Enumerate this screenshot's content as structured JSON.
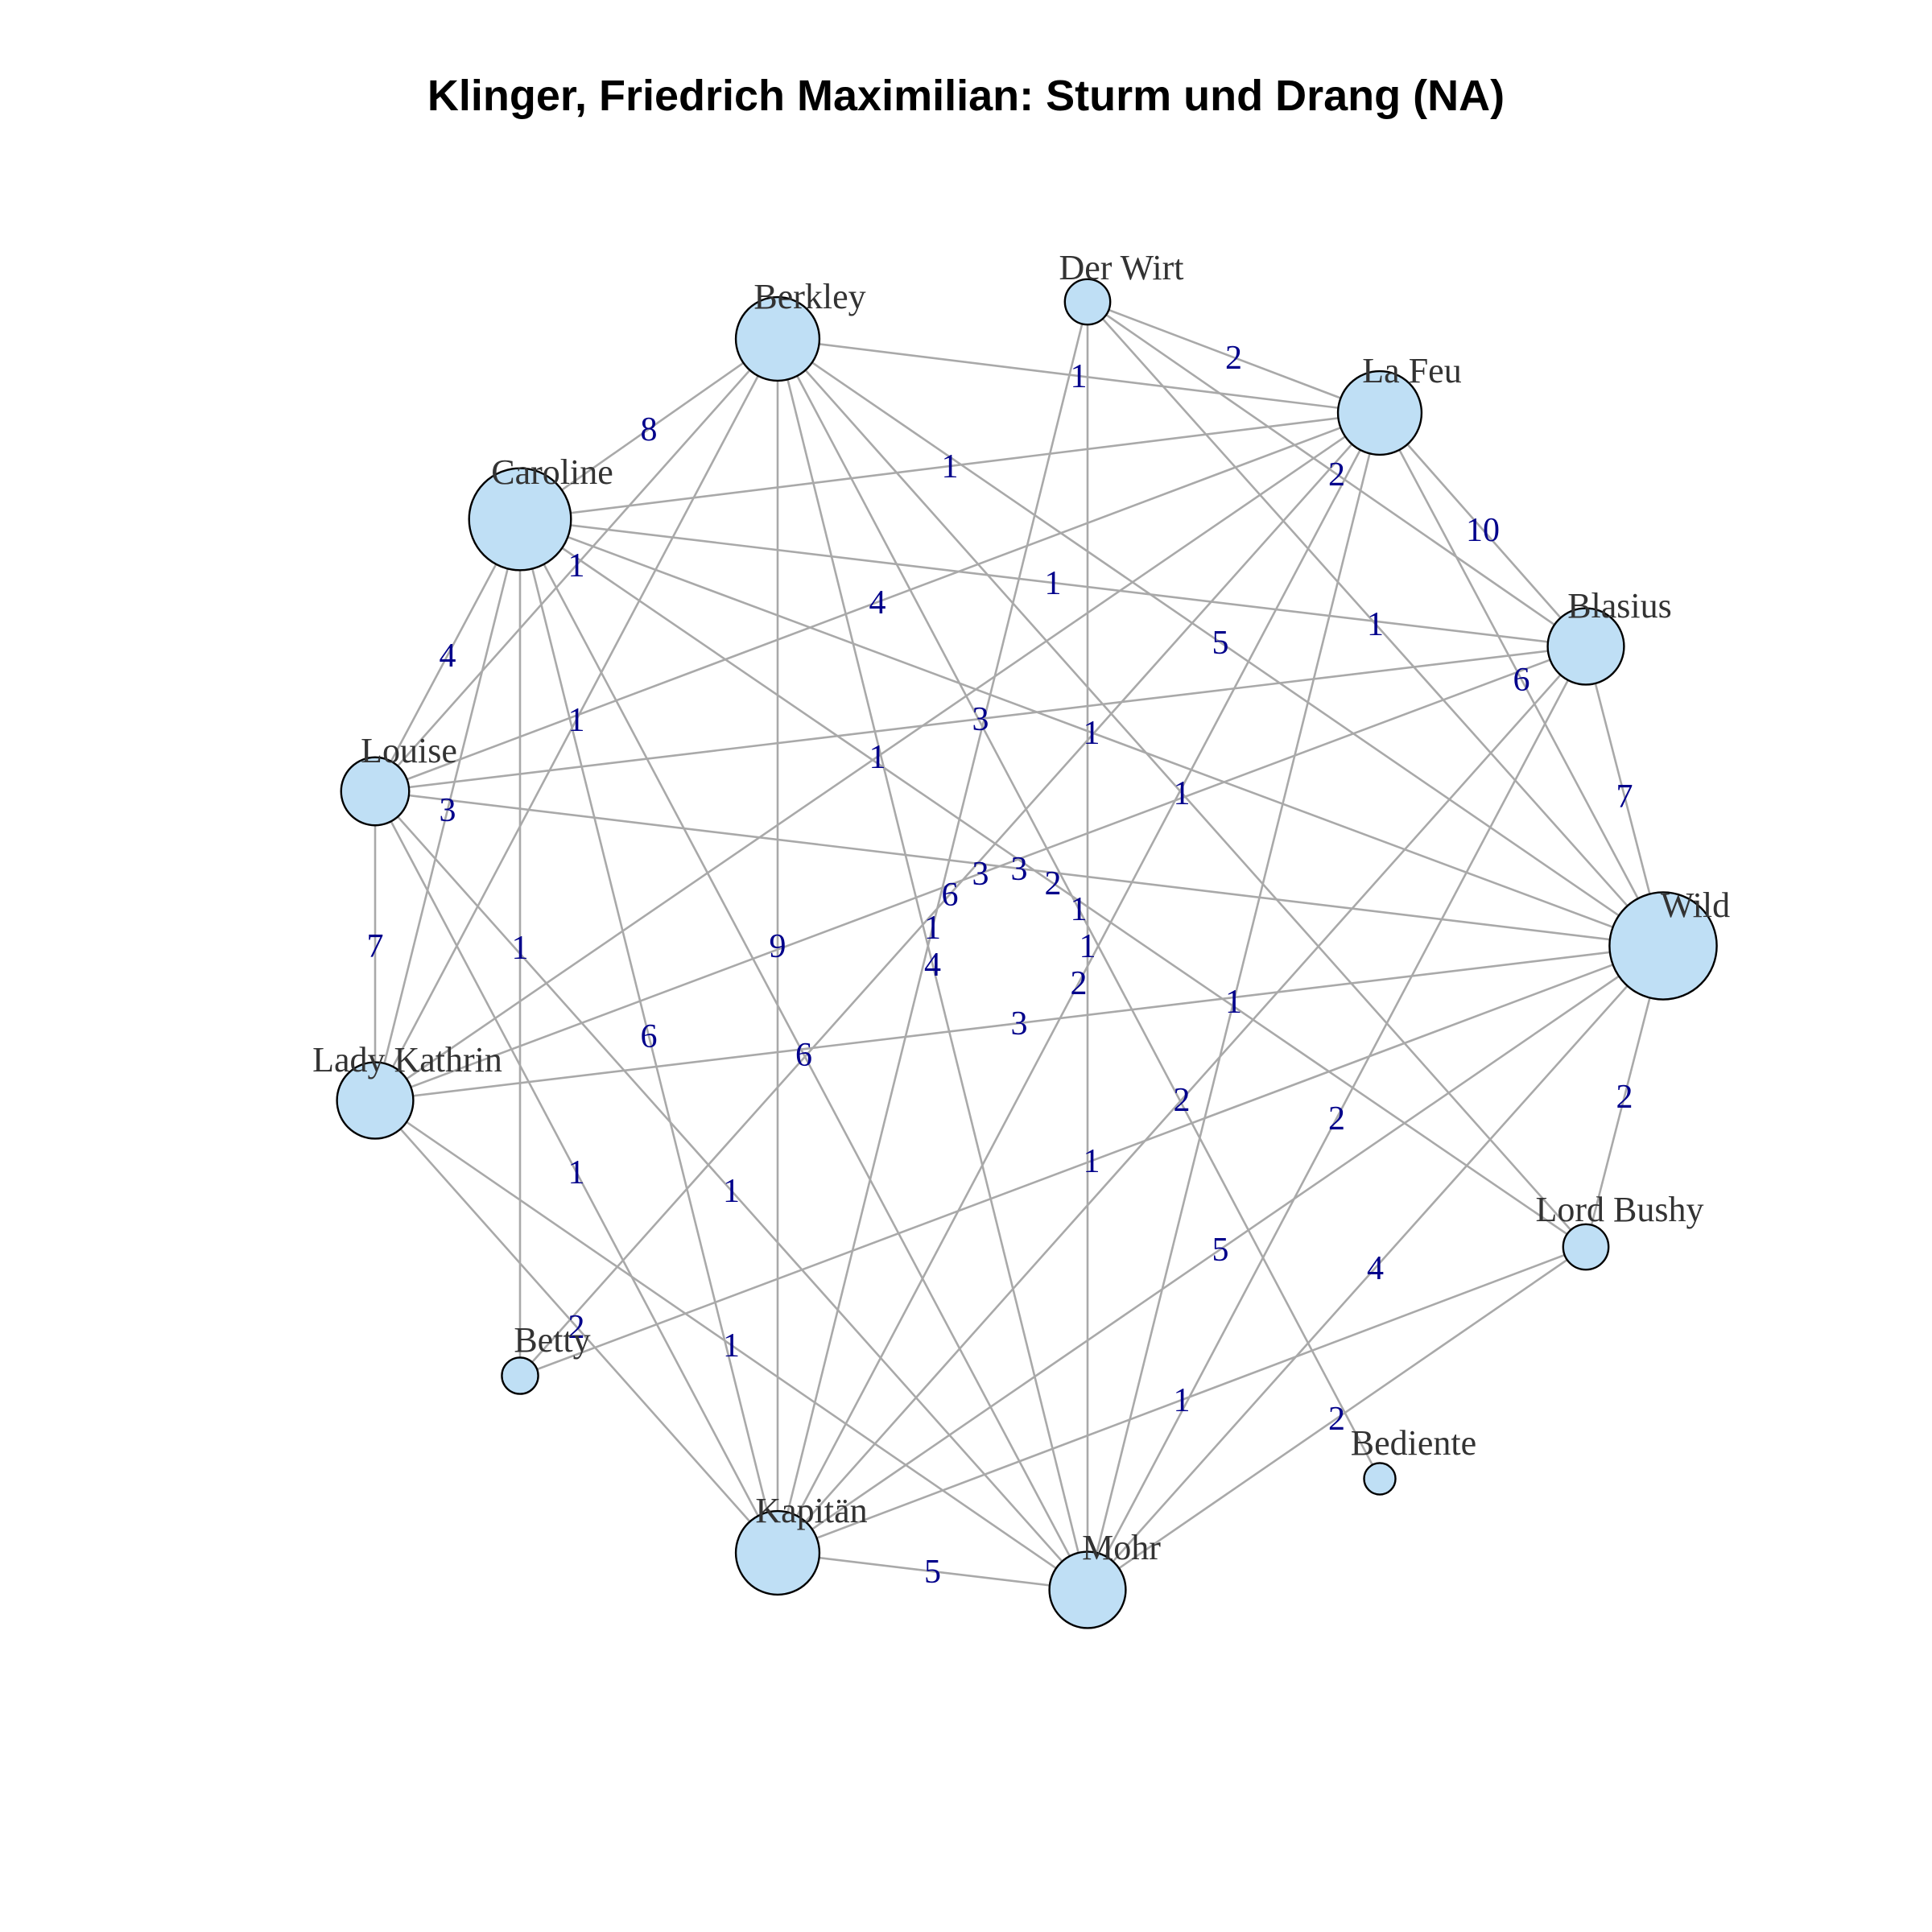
{
  "title": "Klinger, Friedrich Maximilian: Sturm und Drang (NA)",
  "nodes": [
    {
      "id": "Der Wirt",
      "label": "Der Wirt",
      "size": 1
    },
    {
      "id": "Berkley",
      "label": "Berkley",
      "size": 5
    },
    {
      "id": "La Feu",
      "label": "La Feu",
      "size": 5
    },
    {
      "id": "Caroline",
      "label": "Caroline",
      "size": 8
    },
    {
      "id": "Blasius",
      "label": "Blasius",
      "size": 4
    },
    {
      "id": "Louise",
      "label": "Louise",
      "size": 3
    },
    {
      "id": "Wild",
      "label": "Wild",
      "size": 9
    },
    {
      "id": "Lady Kathrin",
      "label": "Lady Kathrin",
      "size": 4
    },
    {
      "id": "Lord Bushy",
      "label": "Lord Bushy",
      "size": 1
    },
    {
      "id": "Betty",
      "label": "Betty",
      "size": 0.5
    },
    {
      "id": "Bediente",
      "label": "Bediente",
      "size": 0.3
    },
    {
      "id": "Kapitän",
      "label": "Kapitän",
      "size": 5
    },
    {
      "id": "Mohr",
      "label": "Mohr",
      "size": 4
    }
  ],
  "edges": [
    {
      "source": "Berkley",
      "target": "Caroline",
      "weight": "8"
    },
    {
      "source": "Berkley",
      "target": "La Feu",
      "weight": "1"
    },
    {
      "source": "Berkley",
      "target": "Louise",
      "weight": "1"
    },
    {
      "source": "Berkley",
      "target": "Lady Kathrin",
      "weight": "1"
    },
    {
      "source": "Berkley",
      "target": "Kapitän",
      "weight": "9"
    },
    {
      "source": "Berkley",
      "target": "Mohr",
      "weight": "4"
    },
    {
      "source": "Berkley",
      "target": "Wild",
      "weight": "5"
    },
    {
      "source": "Berkley",
      "target": "Lord Bushy",
      "weight": "1"
    },
    {
      "source": "Berkley",
      "target": "Bediente",
      "weight": "1"
    },
    {
      "source": "Der Wirt",
      "target": "La Feu",
      "weight": "2"
    },
    {
      "source": "Der Wirt",
      "target": "Blasius",
      "weight": "2"
    },
    {
      "source": "Der Wirt",
      "target": "Wild",
      "weight": "1"
    },
    {
      "source": "Der Wirt",
      "target": "Mohr",
      "weight": "1"
    },
    {
      "source": "Der Wirt",
      "target": "Kapitän",
      "weight": "1"
    },
    {
      "source": "Caroline",
      "target": "La Feu",
      "weight": "1"
    },
    {
      "source": "Caroline",
      "target": "Blasius",
      "weight": "1"
    },
    {
      "source": "Caroline",
      "target": "Louise",
      "weight": "4"
    },
    {
      "source": "Caroline",
      "target": "Lady Kathrin",
      "weight": "3"
    },
    {
      "source": "Caroline",
      "target": "Betty",
      "weight": "1"
    },
    {
      "source": "Caroline",
      "target": "Kapitän",
      "weight": "6"
    },
    {
      "source": "Caroline",
      "target": "Mohr",
      "weight": "6"
    },
    {
      "source": "Caroline",
      "target": "Wild",
      "weight": "1"
    },
    {
      "source": "Caroline",
      "target": "Lord Bushy",
      "weight": "2"
    },
    {
      "source": "La Feu",
      "target": "Blasius",
      "weight": "10"
    },
    {
      "source": "La Feu",
      "target": "Wild",
      "weight": "6"
    },
    {
      "source": "La Feu",
      "target": "Louise",
      "weight": "4"
    },
    {
      "source": "La Feu",
      "target": "Lady Kathrin",
      "weight": "1"
    },
    {
      "source": "La Feu",
      "target": "Kapitän",
      "weight": "2"
    },
    {
      "source": "La Feu",
      "target": "Mohr",
      "weight": "1"
    },
    {
      "source": "La Feu",
      "target": "Betty",
      "weight": "6"
    },
    {
      "source": "Blasius",
      "target": "Wild",
      "weight": "7"
    },
    {
      "source": "Blasius",
      "target": "Louise",
      "weight": "3"
    },
    {
      "source": "Blasius",
      "target": "Lady Kathrin",
      "weight": "3"
    },
    {
      "source": "Blasius",
      "target": "Kapitän",
      "weight": "2"
    },
    {
      "source": "Blasius",
      "target": "Mohr",
      "weight": "2"
    },
    {
      "source": "Louise",
      "target": "Lady Kathrin",
      "weight": "7"
    },
    {
      "source": "Louise",
      "target": "Wild",
      "weight": "3"
    },
    {
      "source": "Louise",
      "target": "Kapitän",
      "weight": "1"
    },
    {
      "source": "Louise",
      "target": "Mohr",
      "weight": "1"
    },
    {
      "source": "Wild",
      "target": "Lady Kathrin",
      "weight": "3"
    },
    {
      "source": "Wild",
      "target": "Lord Bushy",
      "weight": "2"
    },
    {
      "source": "Wild",
      "target": "Betty",
      "weight": "1"
    },
    {
      "source": "Wild",
      "target": "Kapitän",
      "weight": "5"
    },
    {
      "source": "Wild",
      "target": "Mohr",
      "weight": "4"
    },
    {
      "source": "Lady Kathrin",
      "target": "Kapitän",
      "weight": "2"
    },
    {
      "source": "Lady Kathrin",
      "target": "Mohr",
      "weight": "1"
    },
    {
      "source": "Kapitän",
      "target": "Mohr",
      "weight": "5"
    },
    {
      "source": "Kapitän",
      "target": "Lord Bushy",
      "weight": "1"
    },
    {
      "source": "Mohr",
      "target": "Lord Bushy",
      "weight": "2"
    }
  ]
}
